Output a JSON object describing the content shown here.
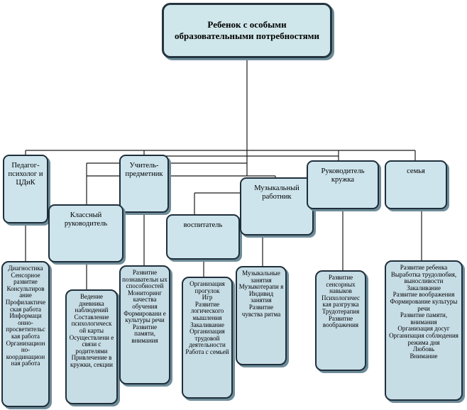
{
  "root": {
    "title": "Ребенок с особыми образовательными потребностями"
  },
  "roles": [
    {
      "id": "psych",
      "title": "Педагог-психолог и ЦДиК"
    },
    {
      "id": "teacher",
      "title": "Учитель-предметник"
    },
    {
      "id": "class",
      "title": "Классный руководитель"
    },
    {
      "id": "educator",
      "title": "воспитатель"
    },
    {
      "id": "music",
      "title": "Музыкальный работник"
    },
    {
      "id": "circle",
      "title": "Руководитель кружка"
    },
    {
      "id": "family",
      "title": "семья"
    }
  ],
  "activities": {
    "psych": [
      "Диагностика",
      "Сенсорное развитие",
      "Консультиров ание",
      "Профилактиче ская работа",
      "Информаци онно-просветительс кая работа",
      "Организацион но-координацион ная работа"
    ],
    "class": [
      "Ведение дневника наблюдений",
      "Составление психологическ ой карты",
      "Осуществлени е связи с родителями",
      "Привлечение в кружки, секции"
    ],
    "teacher": [
      "Развитие познавательн ых способностей",
      "Мониторинг качества обучения",
      "Формировани е культуры речи",
      "Развитие памяти, внимания"
    ],
    "educator": [
      "Организация прогулок",
      "Игр",
      "Развитие логического мышления",
      "Закаливание",
      "Организация трудовой деятельности",
      "Работа с семьей"
    ],
    "music": [
      "Музыкальные занятия",
      "Музыкотерапи я",
      "Индивид занятия",
      "Развитие чувства ритма"
    ],
    "circle": [
      "Развитие сенсорных навыков",
      "Психологичес кая разгрузка",
      "Трудотерапия",
      "Развитие воображения"
    ],
    "family": [
      "Развитие ребенка",
      "Выработка трудолюбия, выносливости",
      "Закаливание",
      "Развитие воображения",
      "Формирование культуры речи",
      "Развитие памяти, внимания",
      "Организация досуг",
      "Организация соблюдения режима дня",
      "Любовь",
      "Внимание"
    ]
  },
  "colors": {
    "box_fill": "#cde4ec",
    "border": "#1f2f3a",
    "shadow": "#6e8c99",
    "connector": "#1a1a1a"
  }
}
